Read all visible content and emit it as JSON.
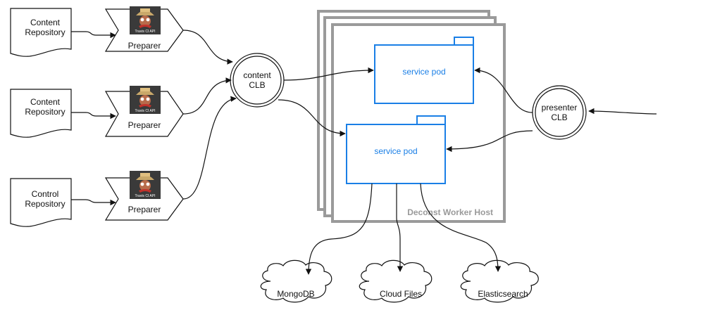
{
  "colors": {
    "line": "#111111",
    "pod_border": "#1a7fe6",
    "host_border": "#9a9a9a",
    "mascot_bg": "#3a3a3a"
  },
  "icons": {
    "mascot": "travis-ci-mascot-icon",
    "document": "document-shape-icon",
    "cloud": "cloud-shape-icon"
  },
  "repositories": [
    {
      "line1": "Content",
      "line2": "Repository"
    },
    {
      "line1": "Content",
      "line2": "Repository"
    },
    {
      "line1": "Control",
      "line2": "Repository"
    }
  ],
  "preparers": [
    {
      "label": "Preparer",
      "mascot_caption": "Travis CI API"
    },
    {
      "label": "Preparer",
      "mascot_caption": "Travis CI API"
    },
    {
      "label": "Preparer",
      "mascot_caption": "Travis CI API"
    }
  ],
  "content_clb": {
    "line1": "content",
    "line2": "CLB"
  },
  "presenter_clb": {
    "line1": "presenter",
    "line2": "CLB"
  },
  "host": {
    "label": "Deconst Worker Host"
  },
  "pods": [
    {
      "label": "service pod"
    },
    {
      "label": "service pod"
    }
  ],
  "datastores": [
    {
      "label": "MongoDB"
    },
    {
      "label": "Cloud Files"
    },
    {
      "label": "Elasticsearch"
    }
  ]
}
